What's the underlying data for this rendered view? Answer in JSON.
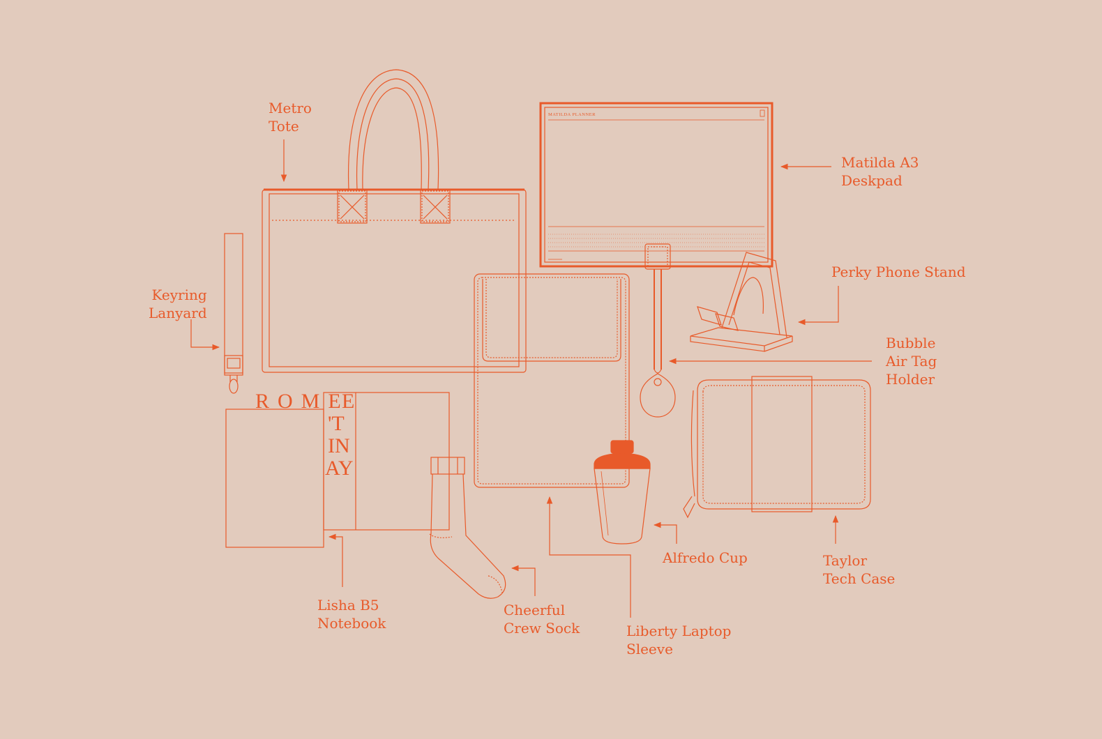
{
  "labels": {
    "metro_tote": "Metro\nTote",
    "keyring_lanyard": "Keyring\nLanyard",
    "matilda_deskpad": "Matilda A3\nDeskpad",
    "perky_phone_stand": "Perky Phone Stand",
    "bubble_air_tag": "Bubble\nAir Tag\nHolder",
    "alfredo_cup": "Alfredo Cup",
    "taylor_tech_case": "Taylor\nTech Case",
    "lisha_notebook": "Lisha B5\nNotebook",
    "cheerful_sock": "Cheerful\nCrew Sock",
    "liberty_sleeve": "Liberty Laptop\nSleeve"
  },
  "book_cover_text": {
    "line1": "ROME",
    "line2": "E",
    "line3": "'T",
    "line4": "IN",
    "line5": "AY"
  },
  "deskpad_header": "MATILDA PLANNER",
  "colors": {
    "background": "#e2cbbd",
    "accent": "#e85a2a"
  }
}
